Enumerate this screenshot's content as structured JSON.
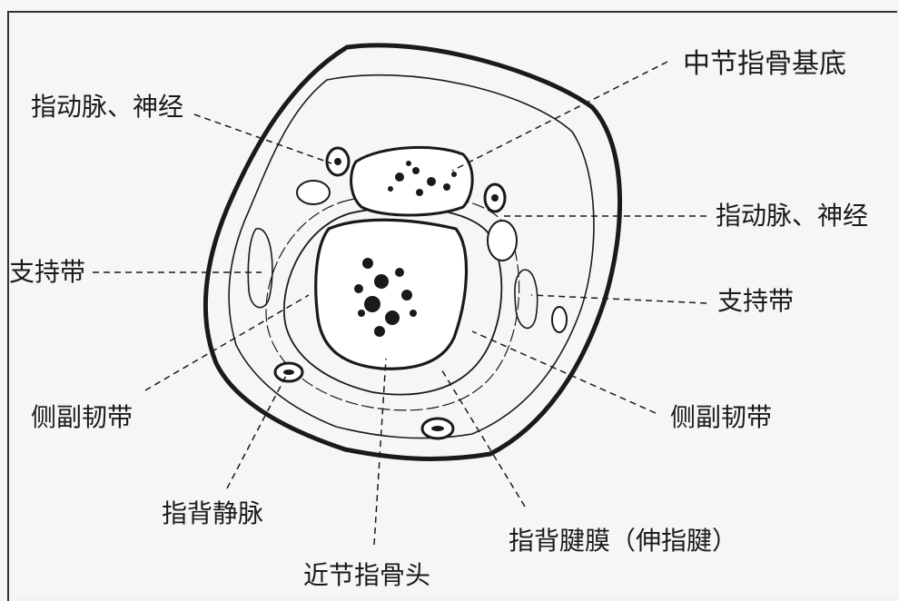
{
  "labels": {
    "middle_phalanx_base": "中节指骨基底",
    "digital_artery_nerve_left": "指动脉、神经",
    "digital_artery_nerve_right": "指动脉、神经",
    "retinaculum_left": "支持带",
    "retinaculum_right": "支持带",
    "collateral_ligament_left": "侧副韧带",
    "collateral_ligament_right": "侧副韧带",
    "dorsal_digital_vein": "指背静脉",
    "dorsal_aponeurosis": "指背腱膜（伸指腱）",
    "proximal_phalanx_head": "近节指骨头"
  },
  "colors": {
    "ink": "#1a1a1a",
    "paper": "#f6f7f4"
  }
}
